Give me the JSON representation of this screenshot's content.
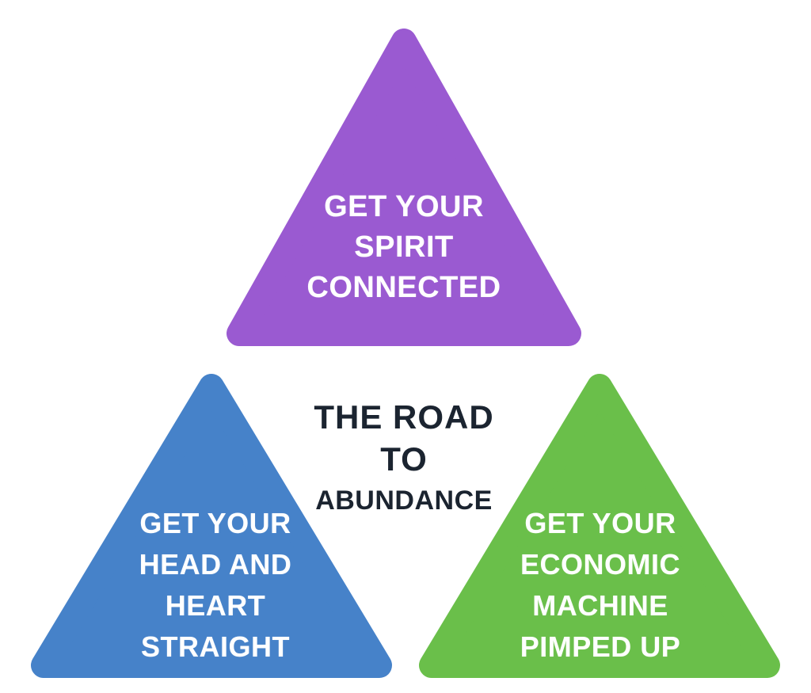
{
  "background_color": "#ffffff",
  "title": {
    "line1": "THE ROAD",
    "line2": "TO",
    "line3": "ABUNDANCE",
    "text_color": "#1b2430"
  },
  "triangles": [
    {
      "name": "spirit",
      "label": "GET YOUR\nSPIRIT\nCONNECTED",
      "color": "#9a5ad1",
      "text_color": "#ffffff",
      "position": "top-center"
    },
    {
      "name": "head-heart",
      "label": "GET YOUR\nHEAD AND\nHEART\nSTRAIGHT",
      "color": "#4682c9",
      "text_color": "#ffffff",
      "position": "bottom-left"
    },
    {
      "name": "economic",
      "label": "GET YOUR\nECONOMIC\nMACHINE\nPIMPED UP",
      "color": "#6abf4a",
      "text_color": "#ffffff",
      "position": "bottom-right"
    }
  ]
}
